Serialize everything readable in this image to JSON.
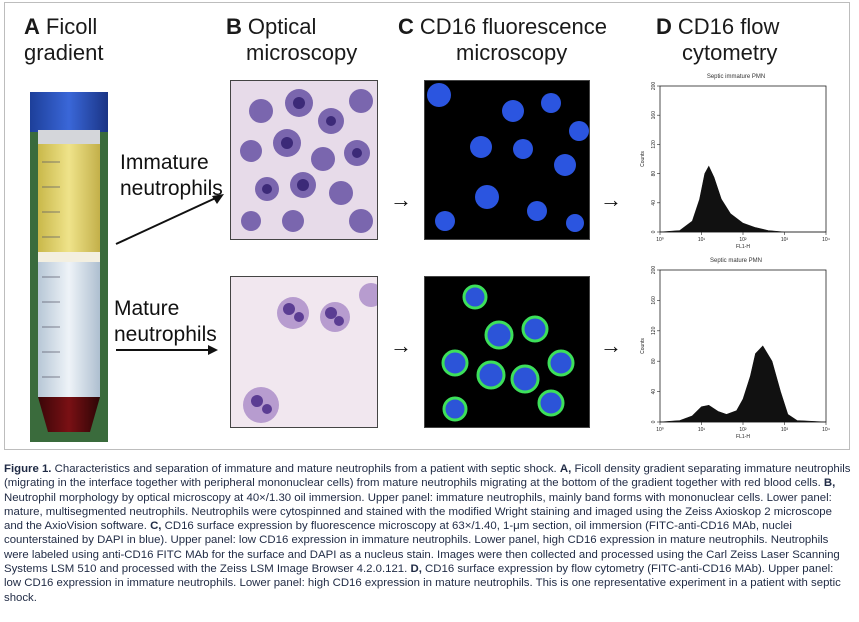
{
  "headers": {
    "a_letter": "A",
    "a_line1": "Ficoll",
    "a_line2": "gradient",
    "b_letter": "B",
    "b_line1": "Optical",
    "b_line2": "microscopy",
    "c_letter": "C",
    "c_line1": "CD16 fluorescence",
    "c_line2": "microscopy",
    "d_letter": "D",
    "d_line1": "CD16 flow",
    "d_line2": "cytometry"
  },
  "labels": {
    "immature_line1": "Immature",
    "immature_line2": "neutrophils",
    "mature_line1": "Mature",
    "mature_line2": "neutrophils"
  },
  "arrow_glyph": "→",
  "charts": {
    "upper_title": "Septic immature PMN",
    "lower_title": "Septic mature PMN",
    "xlabel": "FL1-H",
    "ylabel": "Counts",
    "x_ticks": [
      "10⁰",
      "10¹",
      "10²",
      "10³",
      "10⁴"
    ],
    "y_ticks": [
      "0",
      "40",
      "80",
      "120",
      "160",
      "200"
    ]
  },
  "chart_data": [
    {
      "type": "area",
      "title": "Septic immature PMN",
      "xlabel": "FL1-H",
      "ylabel": "Counts",
      "x_scale": "log",
      "xlim": [
        1,
        10000
      ],
      "ylim": [
        0,
        200
      ],
      "x": [
        1,
        3,
        6,
        9,
        12,
        15,
        20,
        30,
        50,
        100,
        200,
        400,
        1000,
        10000
      ],
      "values": [
        0,
        2,
        15,
        45,
        80,
        90,
        75,
        45,
        25,
        12,
        6,
        2,
        0,
        0
      ]
    },
    {
      "type": "area",
      "title": "Septic mature PMN",
      "xlabel": "FL1-H",
      "ylabel": "Counts",
      "x_scale": "log",
      "xlim": [
        1,
        10000
      ],
      "ylim": [
        0,
        200
      ],
      "x": [
        1,
        3,
        6,
        10,
        15,
        25,
        40,
        70,
        100,
        150,
        200,
        300,
        500,
        800,
        1200,
        2000,
        10000
      ],
      "values": [
        0,
        2,
        8,
        20,
        22,
        14,
        10,
        15,
        30,
        60,
        90,
        100,
        80,
        40,
        10,
        2,
        0
      ]
    }
  ],
  "caption": {
    "fig_label": "Figure 1.",
    "a_intro": " Characteristics and separation of immature and mature neutrophils from a patient with septic shock. ",
    "a_label": "A,",
    "a_text": " Ficoll density gradient separating immature neutrophils (migrating in the interface together with peripheral mononuclear cells) from mature neutrophils migrating at the bottom of the gradient together with red blood cells. ",
    "b_label": "B,",
    "b_text": " Neutrophil morphology by optical microscopy at 40×/1.30 oil immersion. Upper panel: immature neutrophils, mainly band forms with mononuclear cells. Lower panel: mature, multisegmented neutrophils. Neutrophils were cytospinned and stained with the modified Wright staining and imaged using the Zeiss Axioskop 2 microscope and the AxioVision software. ",
    "c_label": "C,",
    "c_text": " CD16 surface expression by fluorescence microscopy at 63×/1.40, 1-μm section, oil immersion (FITC-anti-CD16 MAb, nuclei counterstained by DAPI in blue). Upper panel: low CD16 expression in immature neutrophils. Lower panel, high CD16 expression in mature neutrophils. Neutrophils were labeled using anti-CD16 FITC MAb for the surface and DAPI as a nucleus stain. Images were then collected and processed using the Carl Zeiss Laser Scanning Systems LSM 510 and processed with the Zeiss LSM Image Browser 4.2.0.121. ",
    "d_label": "D,",
    "d_text": " CD16 surface expression by flow cytometry (FITC-anti-CD16 MAb). Upper panel: low CD16 expression in immature neutrophils. Lower panel: high CD16 expression in mature neutrophils. This is one representative experiment in a patient with septic shock."
  }
}
